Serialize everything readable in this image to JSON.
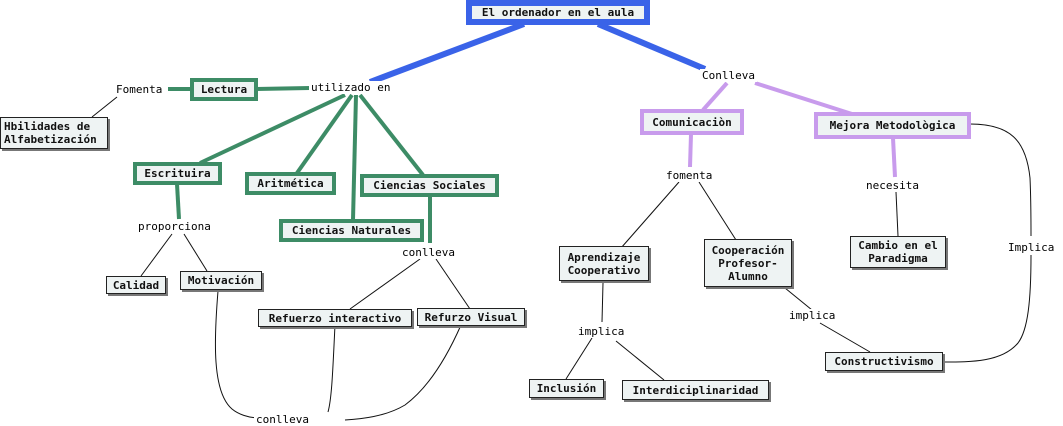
{
  "colors": {
    "root_border": "#3a63e8",
    "green_border": "#3d8c66",
    "purple_border": "#c89bec",
    "box_bg": "#eef3f3"
  },
  "nodes": {
    "root": "El ordenador en el aula",
    "utilizado_en": "utilizado en",
    "conlleva_top": "Conlleva",
    "fomenta_left": "Fomenta",
    "lectura": "Lectura",
    "habilidades": "Hbilidades de Alfabetización",
    "escritura": "Escrituira",
    "aritmetica": "Aritmética",
    "ciencias_sociales": "Ciencias Sociales",
    "ciencias_naturales": "Ciencias Naturales",
    "proporciona": "proporciona",
    "calidad": "Calidad",
    "motivacion": "Motivación",
    "conlleva_mid": "conlleva",
    "refuerzo_interactivo": "Refuerzo interactivo",
    "refuerzo_visual": "Refurzo Visual",
    "conlleva_bottom": "conlleva",
    "comunicacion": "Comunicaciòn",
    "mejora": "Mejora Metodològica",
    "fomenta_right": "fomenta",
    "aprendizaje": "Aprendizaje Cooperativo",
    "cooperacion": "Cooperación Profesor-Alumno",
    "necesita": "necesita",
    "cambio": "Cambio en el Paradigma",
    "implica_left": "implica",
    "implica_mid": "implica",
    "implica_right": "Implica",
    "inclusion": "Inclusión",
    "interdisciplinaridad": "Interdiciplinaridad",
    "constructivismo": "Constructivismo"
  }
}
